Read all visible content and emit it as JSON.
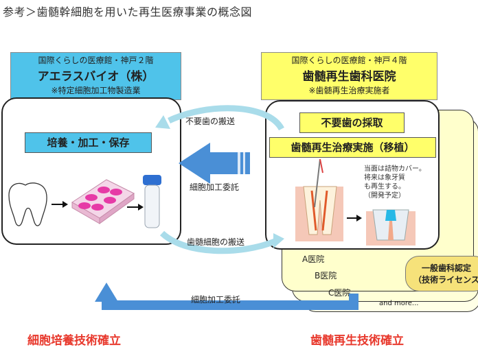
{
  "title": "参考＞歯髄幹細胞を用いた再生医療事業の概念図",
  "left_header": {
    "line1": "国際くらしの医療館・神戸２階",
    "line2": "アエラスバイオ（株）",
    "line3": "※特定細胞加工物製造業"
  },
  "right_header": {
    "line1": "国際くらしの医療館・神戸４階",
    "line2": "歯髄再生歯科医院",
    "line3": "※歯髄再生治療実施者"
  },
  "left_box": {
    "label": "培養・加工・保存"
  },
  "right_box": {
    "label1": "不要歯の採取",
    "label2": "歯髄再生治療実施（移植）",
    "note": [
      "当面は詰物カバー。",
      "将来は象牙質",
      "も再生する。",
      "（開発予定）"
    ]
  },
  "arrows": {
    "top": "不要歯の搬送",
    "middle": "細胞加工委託",
    "bottom_mid": "歯髄細胞の搬送",
    "bottom": "細胞加工委託"
  },
  "clinics": [
    "A医院",
    "B医院",
    "C医院"
  ],
  "and_more": "and more...",
  "license": {
    "line1": "一般歯科認定",
    "line2": "（技術ライセンス"
  },
  "footer": {
    "left": "細胞培養技術確立",
    "right": "歯髄再生技術確立"
  },
  "colors": {
    "blue": "#4fc3ea",
    "yellow": "#ffff6a",
    "red": "#e8382c",
    "arrow_blue": "#4a8fd6",
    "arrow_light": "#a9dcea"
  }
}
